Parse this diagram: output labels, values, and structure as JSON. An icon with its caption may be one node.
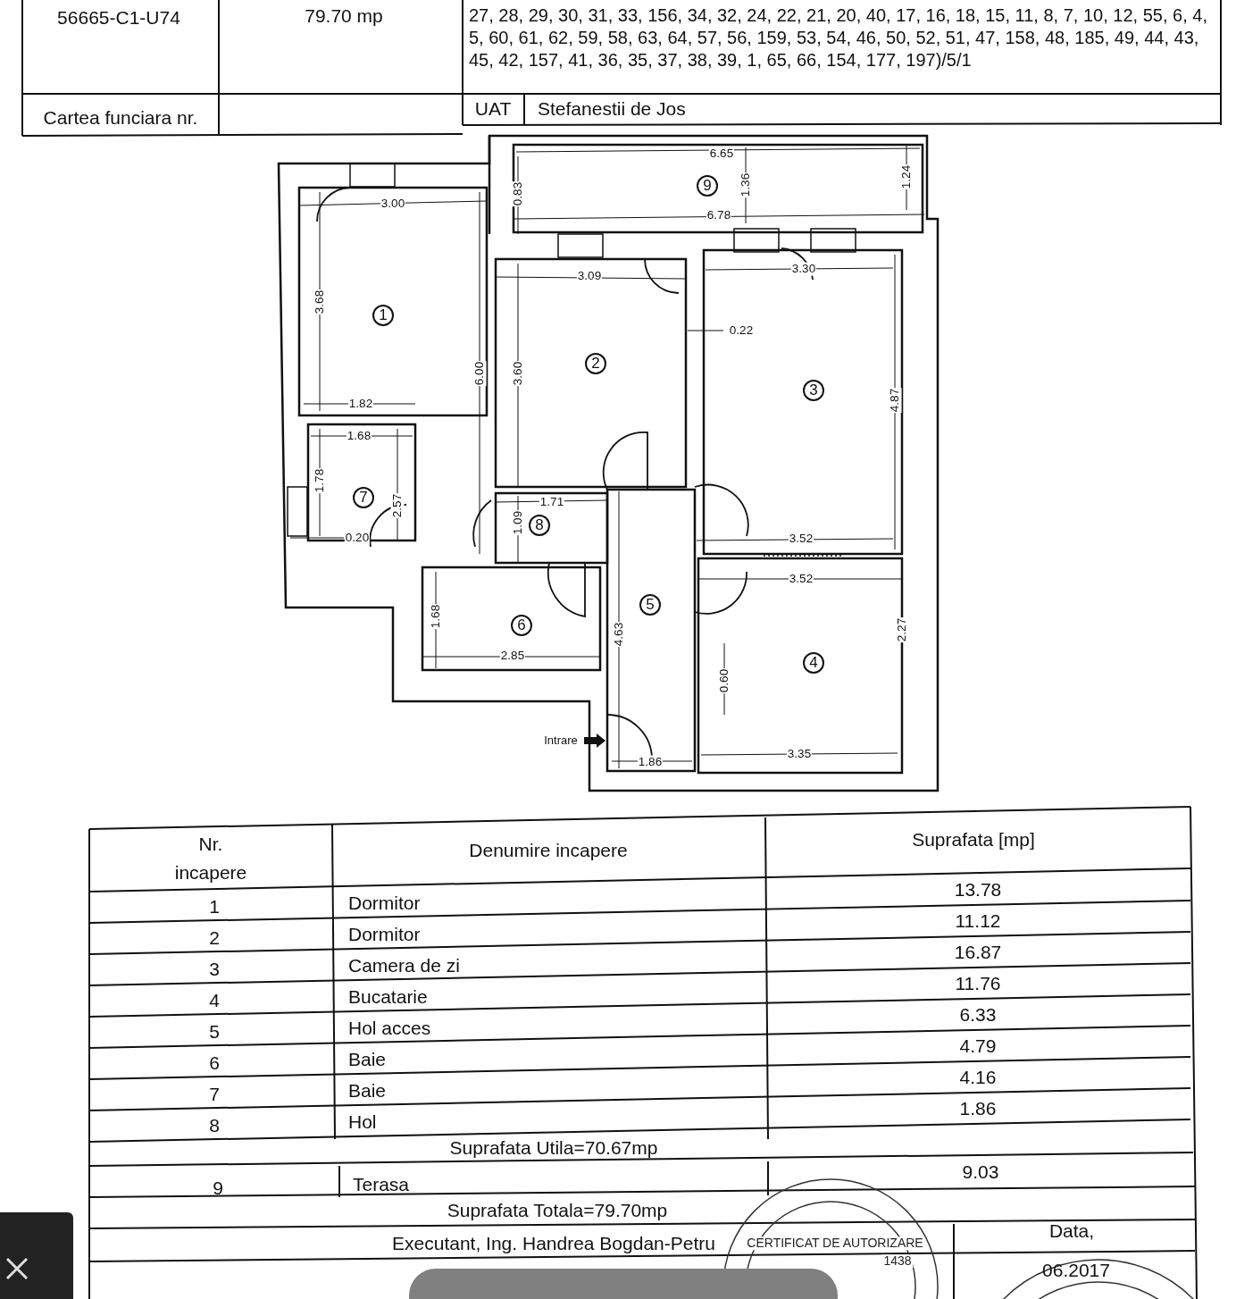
{
  "diagram": {
    "nodes": [
      {
        "text": [
          "9"
        ]
      },
      {
        "text": [
          "1"
        ]
      },
      {
        "text": [
          "2"
        ]
      },
      {
        "text": [
          "3"
        ]
      },
      {
        "text": [
          "7"
        ]
      },
      {
        "text": [
          "8"
        ]
      },
      {
        "text": [
          "5"
        ]
      },
      {
        "text": [
          "6"
        ]
      },
      {
        "text": [
          "4"
        ]
      }
    ],
    "labels": [
      "56665-C1-U74",
      "79.70 mp",
      "27, 28, 29, 30, 31, 33, 156, 34, 32, 24, 22, 21, 20, 40, 17, 16, 18, 15, 11, 8, 7, 10, 12, 55, 6, 4, 5, 60, 61, 62, 59, 58, 63, 64, 57, 56, 159, 53, 54, 46, 50, 52, 51, 47, 158, 48, 185, 49, 44, 43, 45, 42, 157, 41, 36, 35, 37, 38, 39, 1, 65, 66, 154, 177, 197)/5/1",
      "Cartea funciara nr.",
      "UAT",
      "Stefanestii de Jos",
      "6.65",
      "1.36",
      "1.24",
      "0.83",
      "6.78",
      "3.00",
      "3.68",
      "6.00",
      "3.09",
      "3.60",
      "3.30",
      "0.22",
      "4.87",
      "1.82",
      "1.68",
      "1.78",
      "2.57",
      "0.20",
      "1.71",
      "1.09",
      "3.52",
      "3.52",
      "2.27",
      "1.68",
      "2.85",
      "4.63",
      "0.60",
      "Intrare",
      "3.35",
      "1.86",
      "Nr. incapere",
      "Denumire incapere",
      "Suprafata [mp]",
      "1",
      "Dormitor",
      "13.78",
      "2",
      "Dormitor",
      "11.12",
      "3",
      "Camera de zi",
      "16.87",
      "4",
      "Bucatarie",
      "11.76",
      "5",
      "Hol acces",
      "6.33",
      "6",
      "Baie",
      "4.79",
      "7",
      "Baie",
      "4.16",
      "8",
      "Hol",
      "1.86",
      "Suprafata Utila=70.67mp",
      "9",
      "Terasa",
      "9.03",
      "Suprafata Totala=79.70mp",
      "Executant, Ing. Handrea Bogdan-Petru",
      "Data,",
      "06.2017",
      "CERTIFICAT DE AUTORIZARE",
      "1438"
    ]
  }
}
